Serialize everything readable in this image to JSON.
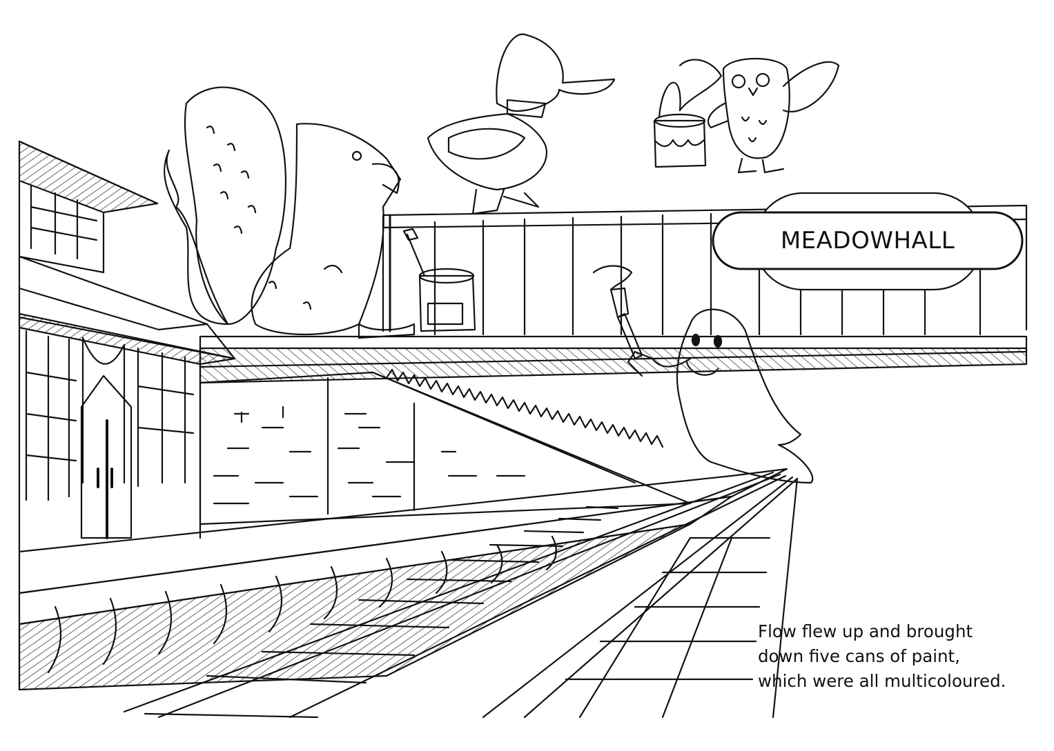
{
  "sign": {
    "station_name": "MEADOWHALL"
  },
  "caption": {
    "lines": [
      "Flow flew up and brought",
      "down five cans of paint,",
      "which were all multicoloured."
    ]
  },
  "colors": {
    "ink": "#111111",
    "paper": "#ffffff"
  },
  "icons": [
    "griffin-icon",
    "duck-icon",
    "owl-icon",
    "ghost-icon",
    "paint-can-icon",
    "paint-brush-icon"
  ]
}
